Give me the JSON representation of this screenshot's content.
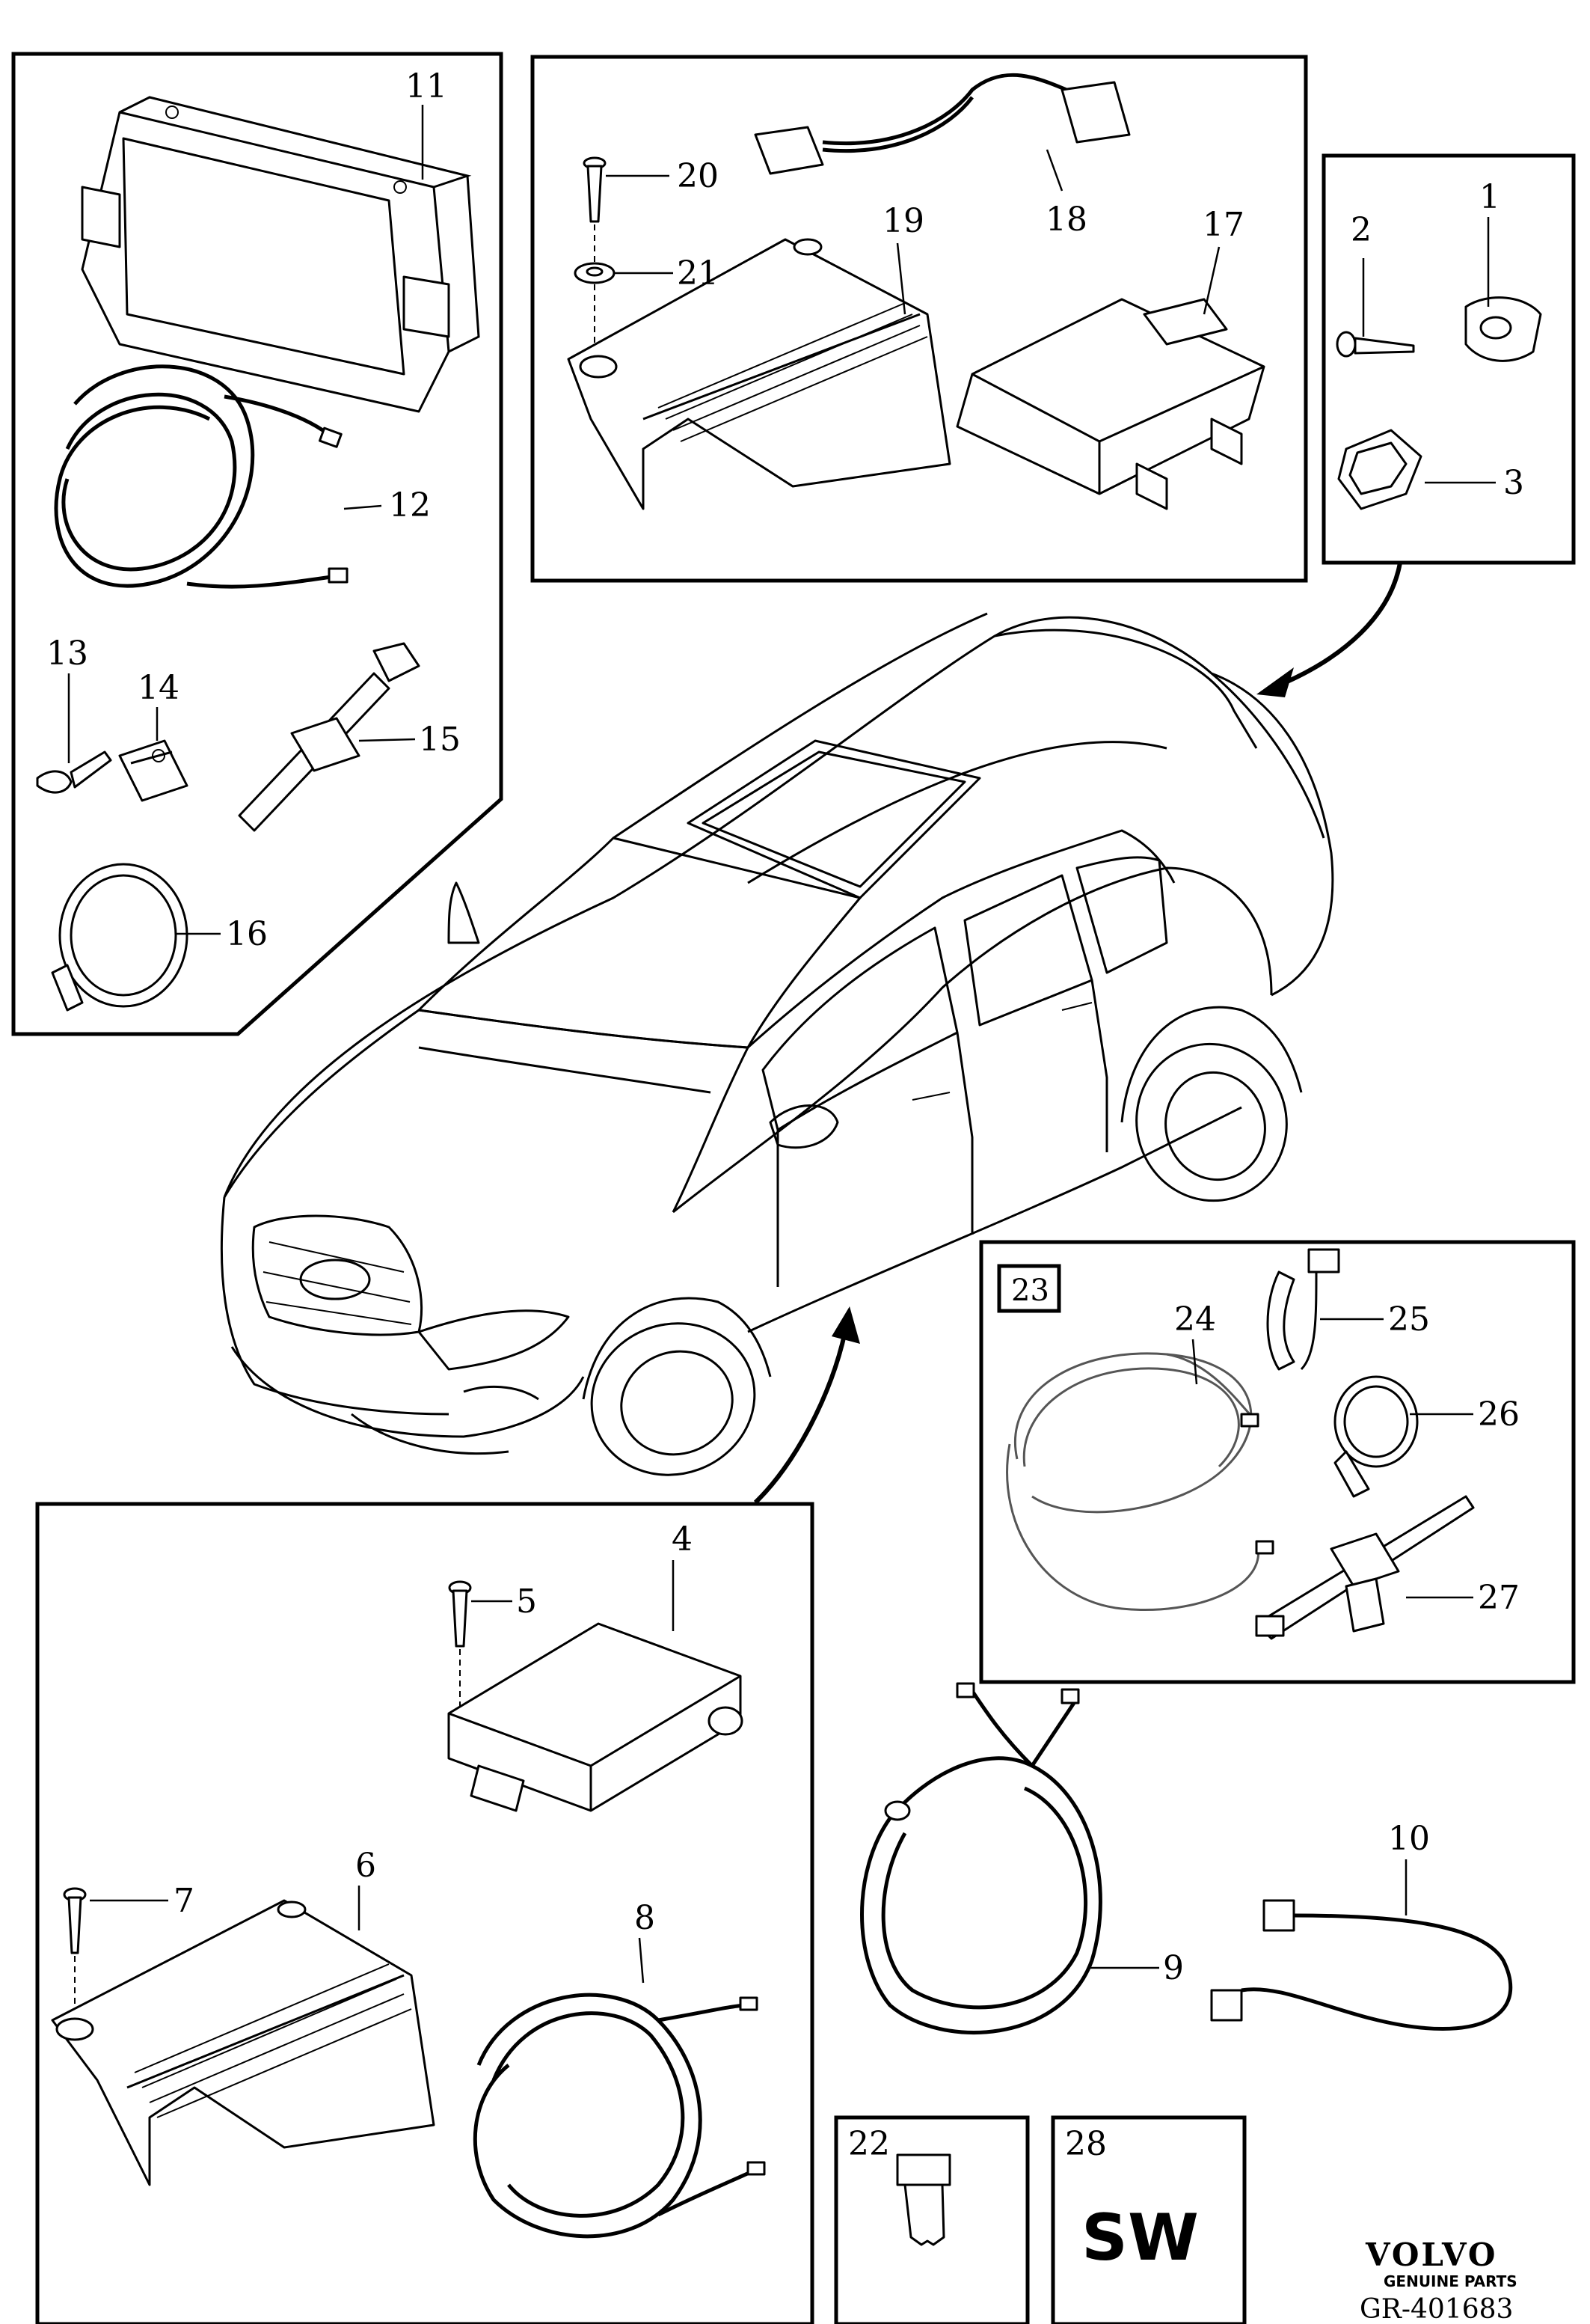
{
  "diagram": {
    "callouts": [
      "1",
      "2",
      "3",
      "4",
      "5",
      "6",
      "7",
      "8",
      "9",
      "10",
      "11",
      "12",
      "13",
      "14",
      "15",
      "16",
      "17",
      "18",
      "19",
      "20",
      "21",
      "22",
      "23",
      "24",
      "25",
      "26",
      "27",
      "28"
    ],
    "kit_box_label": "23",
    "sw_box_number": "28",
    "sw_text": "SW",
    "brand": {
      "name": "VOLVO",
      "tagline": "GENUINE PARTS"
    },
    "drawing_code": "GR-401683"
  }
}
